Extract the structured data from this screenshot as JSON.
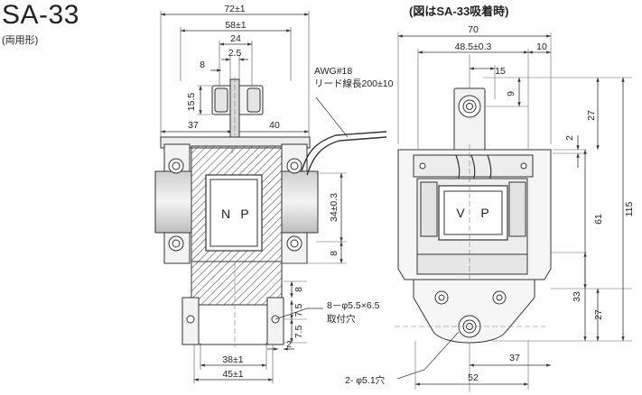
{
  "header": {
    "model": "SA-33",
    "variant": "(両用形)",
    "right_caption": "(図はSA-33吸着時)"
  },
  "front_view": {
    "dims": {
      "top_overall": "72±1",
      "second": "58±1",
      "third": "24",
      "fourth": "2.5",
      "gap_8": "8",
      "height_155": "15.5",
      "left_37": "37",
      "right_40": "40",
      "height_34": "34±0.3",
      "height_8a": "8",
      "mount_8": "8",
      "mount_75a": "7.5",
      "mount_75b": "7.5",
      "gap_2": "2",
      "bottom_38": "38±1",
      "bottom_45": "45±1"
    },
    "wire_label_1": "AWG#18",
    "wire_label_2": "リード線長200±10",
    "hole_label_1": "8－φ5.5×6.5",
    "hole_label_2": "取付穴",
    "label_n": "N",
    "label_p": "P"
  },
  "side_view": {
    "dims": {
      "top_70": "70",
      "top_485": "48.5±0.3",
      "top_10": "10",
      "top_15": "15",
      "v_9": "9",
      "v_27a": "27",
      "v_2": "2",
      "v_61": "61",
      "v_115": "115",
      "v_33": "33",
      "v_27b": "27",
      "h_37": "37",
      "h_52": "52"
    },
    "hole_label": "2- φ5.1穴",
    "label_v": "V",
    "label_p": "P"
  }
}
